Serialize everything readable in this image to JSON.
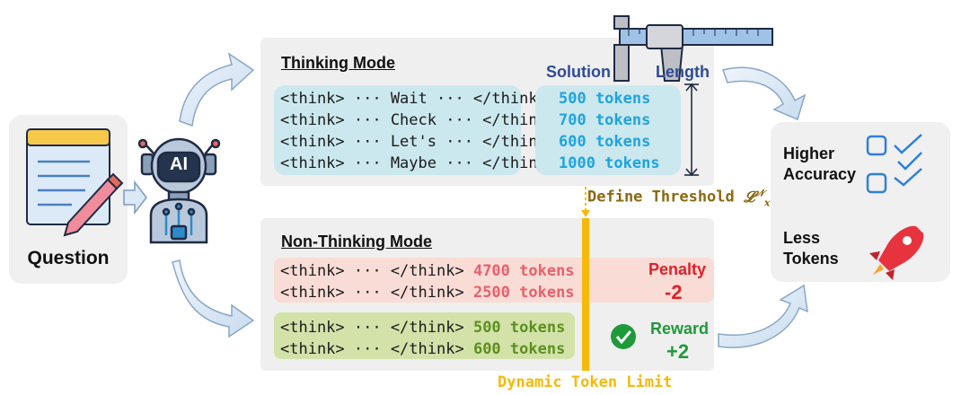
{
  "question": {
    "label": "Question"
  },
  "robot": {
    "badge": "AI"
  },
  "thinking": {
    "title": "Thinking Mode",
    "rows": [
      "<think> ··· Wait ··· </think>",
      "<think> ··· Check ··· </think>",
      "<think> ··· Let's ··· </think>",
      "<think> ··· Maybe ··· </think>"
    ],
    "header_solution": "Solution",
    "header_length": "Length",
    "tokens": [
      "500 tokens",
      "700 tokens",
      "600 tokens",
      "1000 tokens"
    ]
  },
  "threshold": {
    "label": "Define Threshold"
  },
  "nonthinking": {
    "title": "Non-Thinking Mode",
    "penalty_rows": [
      {
        "prefix": "<think> ··· </think>",
        "tokens": "4700 tokens"
      },
      {
        "prefix": "<think> ··· </think>",
        "tokens": "2500 tokens"
      }
    ],
    "reward_rows": [
      {
        "prefix": "<think> ··· </think>",
        "tokens": "500 tokens"
      },
      {
        "prefix": "<think> ··· </think>",
        "tokens": "600 tokens"
      }
    ],
    "penalty_label": "Penalty",
    "penalty_value": "-2",
    "reward_label": "Reward",
    "reward_value": "+2"
  },
  "dynamic_limit": {
    "label": "Dynamic Token Limit"
  },
  "outcome": {
    "accuracy": "Higher\nAccuracy",
    "tokens": "Less\nTokens"
  },
  "colors": {
    "panel": "#efefef",
    "blue_box": "#cbe8ee",
    "token_blue": "#1fa3e0",
    "penalty_bg": "#f9dcd6",
    "penalty_text": "#e8606c",
    "reward_bg": "#d3e2a9",
    "reward_text": "#5c8f1f",
    "gold": "#f5b90a",
    "red": "#e0202a",
    "green": "#1f9a3a"
  }
}
